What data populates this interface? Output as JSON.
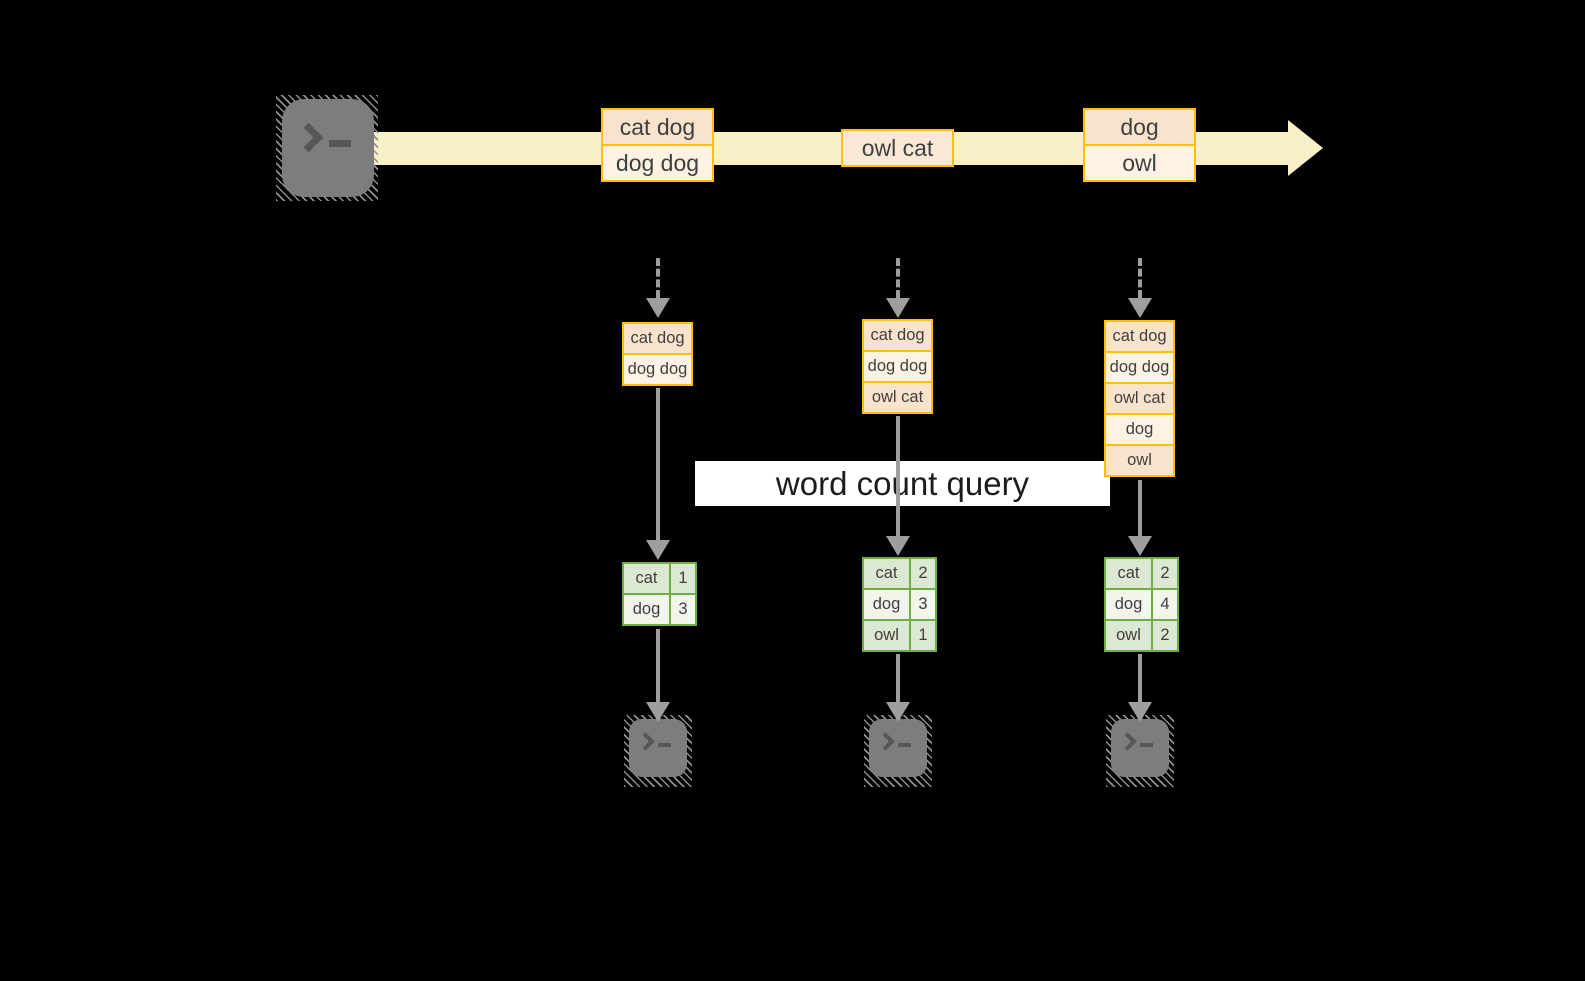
{
  "colors": {
    "background": "#000000",
    "accent_gold_border": "#FFC000",
    "event_fill_peach": "#FAE3CC",
    "event_fill_cream": "#FDF2E3",
    "timeline_band_yellow": "#FAF0C8",
    "result_green_border": "#70AD47",
    "result_cell_sage": "#DCE8D1",
    "result_cell_pale": "#F1F5EC",
    "arrow_gray": "#9E9E9E",
    "terminal_gray": "#7D7D7D",
    "query_band_white": "#FFFFFF"
  },
  "source": {
    "icon": "terminal-prompt-icon"
  },
  "timeline": {
    "batches": [
      {
        "items": [
          "cat dog",
          "dog dog"
        ]
      },
      {
        "items": [
          "owl cat"
        ]
      },
      {
        "items": [
          "dog",
          "owl"
        ]
      }
    ]
  },
  "query_label": "word count query",
  "columns": [
    {
      "state_rows": [
        "cat dog",
        "dog dog"
      ],
      "result": [
        {
          "word": "cat",
          "count": "1"
        },
        {
          "word": "dog",
          "count": "3"
        }
      ],
      "sink_icon": "terminal-prompt-icon"
    },
    {
      "state_rows": [
        "cat dog",
        "dog dog",
        "owl cat"
      ],
      "result": [
        {
          "word": "cat",
          "count": "2"
        },
        {
          "word": "dog",
          "count": "3"
        },
        {
          "word": "owl",
          "count": "1"
        }
      ],
      "sink_icon": "terminal-prompt-icon"
    },
    {
      "state_rows": [
        "cat dog",
        "dog dog",
        "owl cat",
        "dog",
        "owl"
      ],
      "result": [
        {
          "word": "cat",
          "count": "2"
        },
        {
          "word": "dog",
          "count": "4"
        },
        {
          "word": "owl",
          "count": "2"
        }
      ],
      "sink_icon": "terminal-prompt-icon"
    }
  ]
}
